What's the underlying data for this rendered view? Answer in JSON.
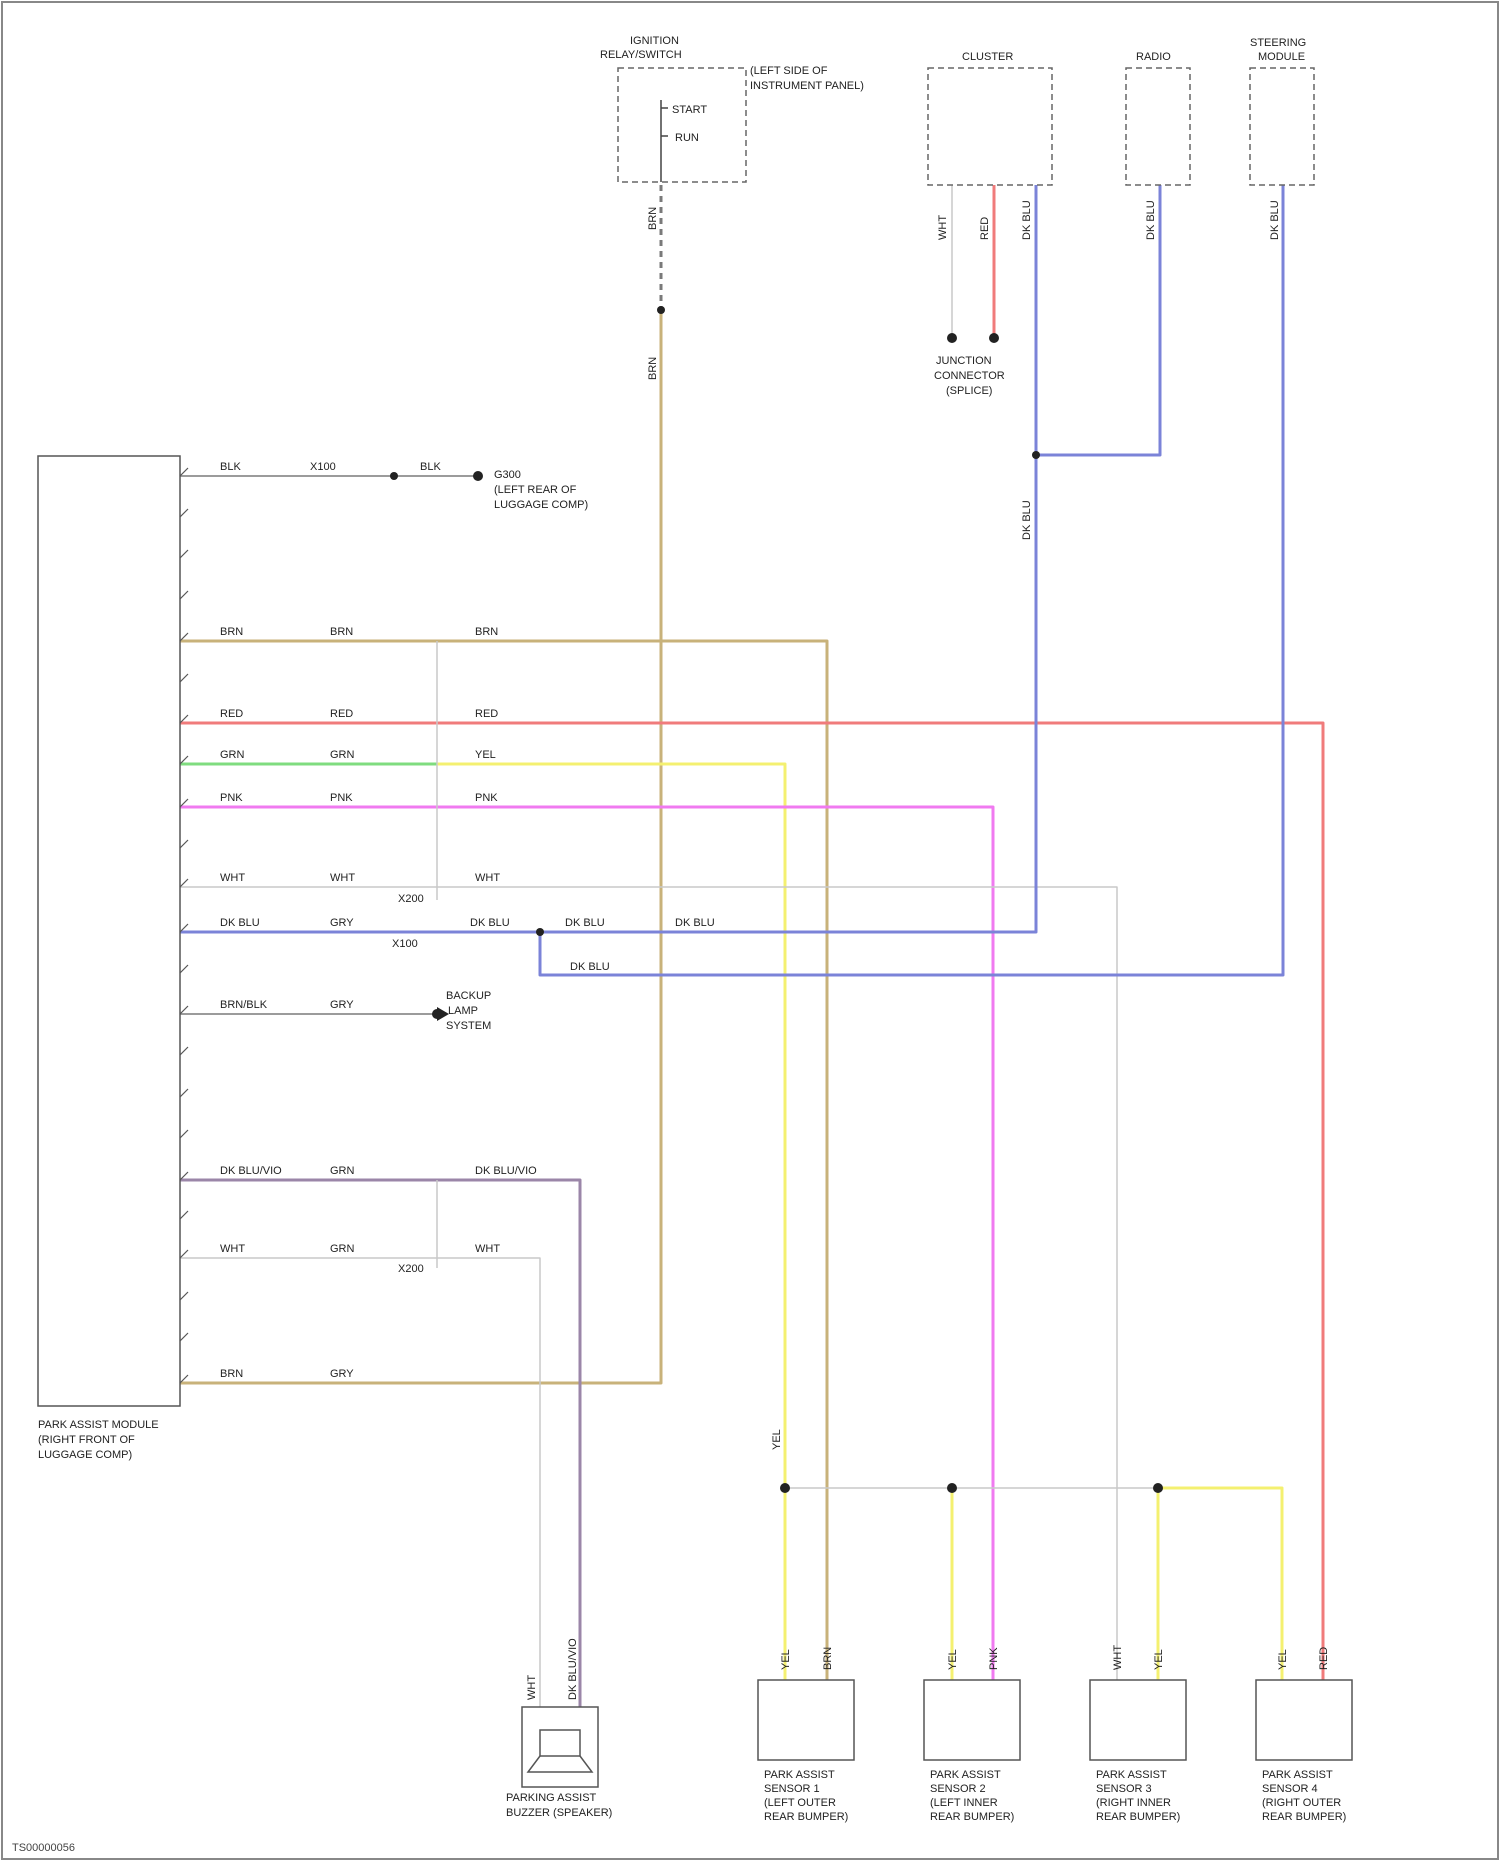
{
  "footer": "TS00000056",
  "colors": {
    "tan": "#c8b27a",
    "red": "#f07b7b",
    "green": "#7fdc7f",
    "yellow": "#f4f070",
    "pink": "#f07af0",
    "gray": "#c9c9c9",
    "blue": "#7b83d8",
    "violet": "#9b86a8",
    "dark": "#7a7a7a"
  },
  "components": {
    "parking_module": [
      "PARK ASSIST MODULE",
      "(RIGHT FRONT OF",
      "LUGGAGE COMP)"
    ],
    "top_switch": [
      "IGNITION",
      "RELAY/SWITCH"
    ],
    "top_switch_note": [
      "(LEFT SIDE OF",
      "INSTRUMENT PANEL)"
    ],
    "switch_contacts": [
      "START",
      "RUN"
    ],
    "top_c": [
      "CLUSTER"
    ],
    "top_d": [
      "RADIO"
    ],
    "top_e": [
      "STEERING",
      "MODULE"
    ],
    "ground": [
      "G300",
      "(LEFT REAR OF",
      "LUGGAGE COMP)"
    ],
    "junction": [
      "JUNCTION",
      "CONNECTOR",
      "(SPLICE)"
    ],
    "backup": [
      "BACKUP",
      "LAMP",
      "SYSTEM"
    ],
    "buzzer": [
      "PARKING ASSIST",
      "BUZZER (SPEAKER)"
    ],
    "sensors": [
      [
        "PARK ASSIST",
        "SENSOR 1",
        "(LEFT OUTER",
        "REAR BUMPER)"
      ],
      [
        "PARK ASSIST",
        "SENSOR 2",
        "(LEFT INNER",
        "REAR BUMPER)"
      ],
      [
        "PARK ASSIST",
        "SENSOR 3",
        "(RIGHT INNER",
        "REAR BUMPER)"
      ],
      [
        "PARK ASSIST",
        "SENSOR 4",
        "(RIGHT OUTER",
        "REAR BUMPER)"
      ]
    ]
  },
  "wire_labels": {
    "r1": [
      "BLK",
      "X100",
      "BLK"
    ],
    "r5": [
      "BRN",
      "BRN",
      "BRN"
    ],
    "r7": [
      "RED",
      "RED",
      "RED"
    ],
    "r8": [
      "GRN",
      "GRN",
      "YEL"
    ],
    "r9": [
      "PNK",
      "PNK",
      "PNK"
    ],
    "r11": [
      "WHT",
      "WHT",
      "WHT"
    ],
    "r12": [
      "DK BLU",
      "GRY",
      "DK BLU",
      "DK BLU",
      "DK BLU"
    ],
    "r12b": [
      "DK BLU"
    ],
    "r14": [
      "BRN/BLK",
      "GRY"
    ],
    "r18": [
      "DK BLU/VIO",
      "GRN",
      "DK BLU/VIO"
    ],
    "r20": [
      "WHT",
      "GRN",
      "WHT"
    ],
    "r24": [
      "BRN",
      "GRY"
    ],
    "vertical": [
      "BRN",
      "BRN",
      "YEL",
      "WHT",
      "RED",
      "DK BLU",
      "DK BLU",
      "DK BLU",
      "DK BLU"
    ],
    "sensor_pins": [
      "YEL",
      "BRN",
      "YEL",
      "PNK",
      "WHT",
      "YEL",
      "YEL",
      "RED"
    ],
    "buzzer_pins": [
      "WHT",
      "DK BLU/VIO"
    ],
    "connectors": [
      "X200",
      "X200",
      "X100"
    ]
  }
}
